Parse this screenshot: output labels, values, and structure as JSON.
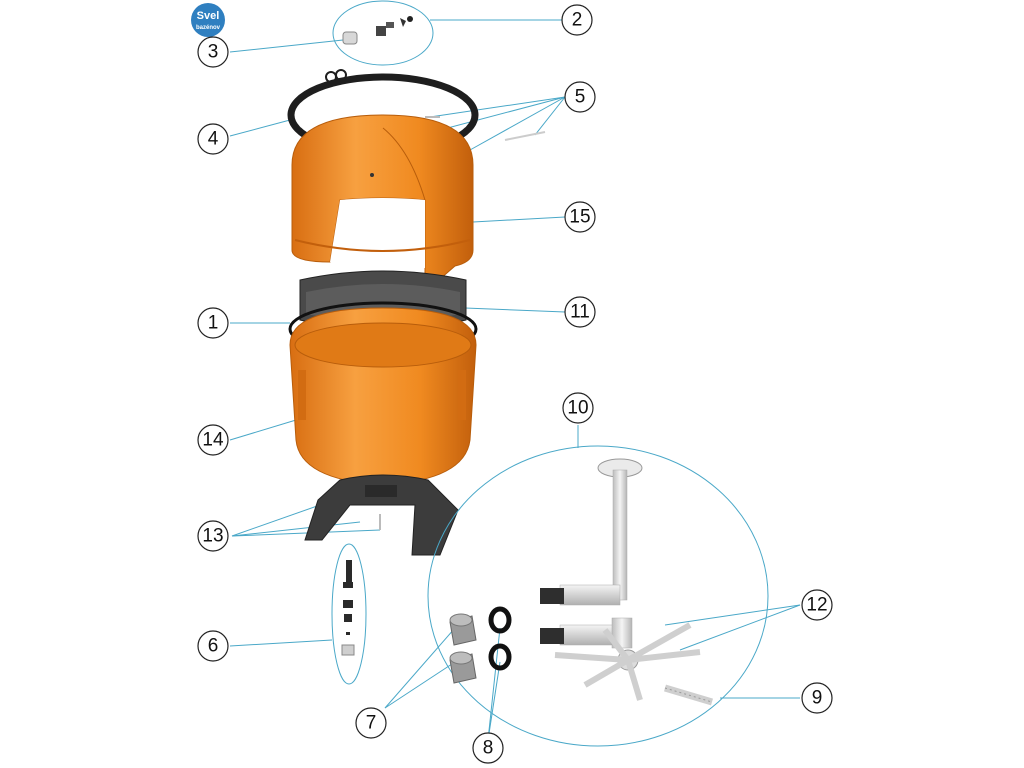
{
  "logo": {
    "line1": "Svel",
    "line2": "bazénov",
    "color": "#2f7fc0"
  },
  "colors": {
    "tank": "#f28a1f",
    "tank_dark": "#c96a10",
    "base": "#3c3c3c",
    "leader": "#4aa8c8",
    "pipe": "#e8e8e8"
  },
  "parts": {
    "p1": "1",
    "p2": "2",
    "p3": "3",
    "p4": "4",
    "p5": "5",
    "p6": "6",
    "p7": "7",
    "p8": "8",
    "p9": "9",
    "p10": "10",
    "p11": "11",
    "p12": "12",
    "p13": "13",
    "p14": "14",
    "p15": "15"
  }
}
